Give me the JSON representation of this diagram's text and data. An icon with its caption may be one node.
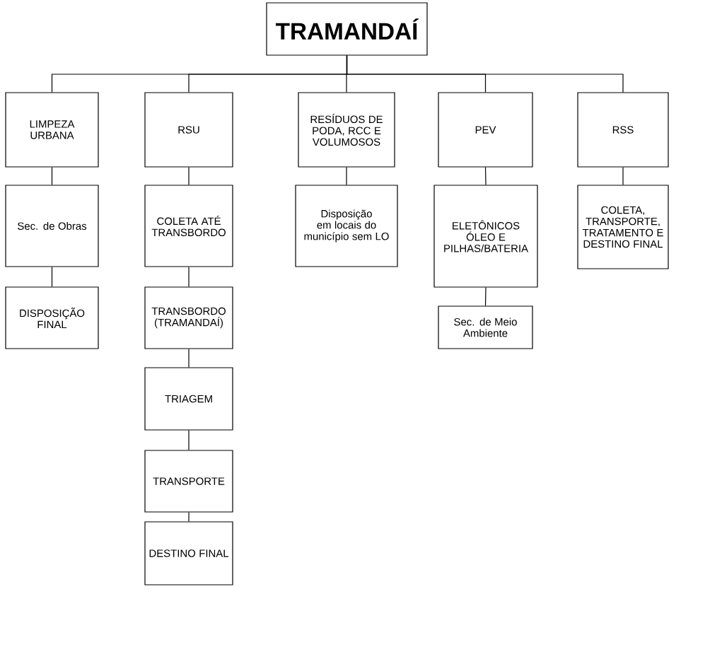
{
  "diagram": {
    "nodes": [
      {
        "text": [
          "TRAMANDAÍ"
        ]
      },
      {
        "text": [
          "LIMPEZA URBANA"
        ]
      },
      {
        "text": [
          "RSU"
        ]
      },
      {
        "text": [
          "RESÍDUOS DE PODA, RCC E VOLUMOSOS"
        ]
      },
      {
        "text": [
          "PEV"
        ]
      },
      {
        "text": [
          "RSS"
        ]
      },
      {
        "text": [
          "Sec. de Obras"
        ]
      },
      {
        "text": [
          "DISPOSIÇÃO FINAL"
        ]
      },
      {
        "text": [
          "COLETA ATÉ TRANSBORDO"
        ]
      },
      {
        "text": [
          "TRANSBORDO (TRAMANDAÍ)"
        ]
      },
      {
        "text": [
          "TRIAGEM"
        ]
      },
      {
        "text": [
          "TRANSPORTE"
        ]
      },
      {
        "text": [
          "DESTINO FINAL"
        ]
      },
      {
        "text": [
          "Disposição em locais do município sem LO"
        ]
      },
      {
        "text": [
          "ELETÔNICOS ÓLEO E PILHAS/BATERIA"
        ]
      },
      {
        "text": [
          "Sec. de Meio Ambiente"
        ]
      },
      {
        "text": [
          "COLETA, TRANSPORTE, TRATAMENTO E DESTINO FINAL"
        ]
      }
    ],
    "edges": [
      {
        "from": 0,
        "to": 1,
        "arrow": "none"
      },
      {
        "from": 0,
        "to": 2,
        "arrow": "none"
      },
      {
        "from": 0,
        "to": 3,
        "arrow": "none"
      },
      {
        "from": 0,
        "to": 4,
        "arrow": "none"
      },
      {
        "from": 0,
        "to": 5,
        "arrow": "none"
      },
      {
        "from": 1,
        "to": 6,
        "arrow": "none"
      },
      {
        "from": 6,
        "to": 7,
        "arrow": "none"
      },
      {
        "from": 2,
        "to": 8,
        "arrow": "none"
      },
      {
        "from": 8,
        "to": 9,
        "arrow": "none"
      },
      {
        "from": 9,
        "to": 10,
        "arrow": "none"
      },
      {
        "from": 10,
        "to": 11,
        "arrow": "none"
      },
      {
        "from": 11,
        "to": 12,
        "arrow": "none"
      },
      {
        "from": 3,
        "to": 13,
        "arrow": "none"
      },
      {
        "from": 4,
        "to": 14,
        "arrow": "none"
      },
      {
        "from": 14,
        "to": 15,
        "arrow": "none"
      },
      {
        "from": 5,
        "to": 16,
        "arrow": "none"
      }
    ]
  }
}
